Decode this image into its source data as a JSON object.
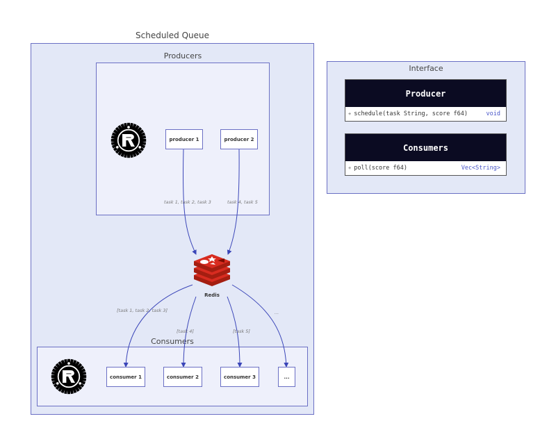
{
  "diagram": {
    "queue_title": "Scheduled Queue",
    "producers_title": "Producers",
    "consumers_title": "Consumers",
    "interface_title": "Interface",
    "producers": [
      "producer 1",
      "producer 2"
    ],
    "redis_label": "Redis",
    "consumers": [
      "consumer 1",
      "consumer 2",
      "consumer 3",
      "..."
    ],
    "edge_labels": {
      "p1": "task 1, task 2, task 3",
      "p2": "task 4, task 5",
      "c1": "[task 1, task 2, task 3]",
      "c2": "[task 4]",
      "c3": "[task 5]",
      "c4": "..."
    },
    "interface": {
      "producer": {
        "name": "Producer",
        "visibility": "+",
        "method": "schedule(task String, score f64)",
        "returns": "void"
      },
      "consumer": {
        "name": "Consumers",
        "visibility": "+",
        "method": "poll(score f64)",
        "returns": "Vec<String>"
      }
    },
    "colors": {
      "edge": "#3a45b8",
      "container_fill": "#e3e8f7",
      "inner_fill": "#eef0fb",
      "border": "#6a6fc4",
      "class_header": "#0b0b22",
      "redis_red": "#d82c20"
    },
    "icons": {
      "rust_logo": "rust-logo-icon",
      "redis_logo": "redis-logo-icon"
    }
  }
}
